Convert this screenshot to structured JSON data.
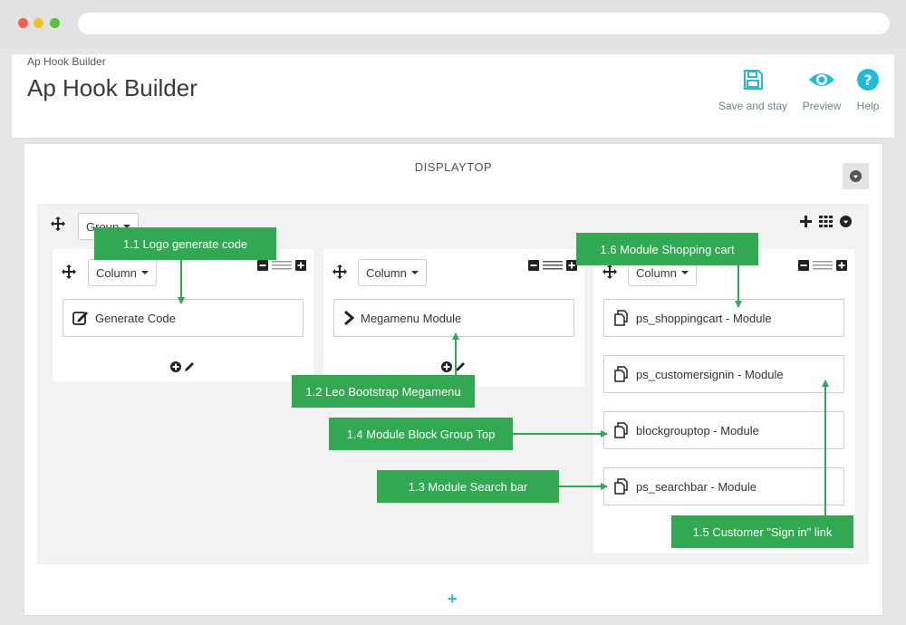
{
  "header": {
    "breadcrumb": "Ap Hook Builder",
    "title": "Ap Hook Builder",
    "toolbar": {
      "save_label": "Save and stay",
      "preview_label": "Preview",
      "help_label": "Help"
    }
  },
  "hook": {
    "name": "DISPLAYTOP",
    "group": {
      "dropdown_label": "Group",
      "columns": [
        {
          "dropdown_label": "Column",
          "modules": [
            {
              "label": "Generate Code",
              "icon": "edit-icon"
            }
          ]
        },
        {
          "dropdown_label": "Column",
          "modules": [
            {
              "label": "Megamenu Module",
              "icon": "chevron-right-icon"
            }
          ]
        },
        {
          "dropdown_label": "Column",
          "modules": [
            {
              "label": "ps_shoppingcart - Module",
              "icon": "copy-icon"
            },
            {
              "label": "ps_customersignin - Module",
              "icon": "copy-icon"
            },
            {
              "label": "blockgrouptop - Module",
              "icon": "copy-icon"
            },
            {
              "label": "ps_searchbar - Module",
              "icon": "copy-icon"
            }
          ]
        }
      ]
    }
  },
  "callouts": {
    "c11": "1.1 Logo generate code",
    "c12": "1.2 Leo Bootstrap Megamenu",
    "c13": "1.3 Module Search bar",
    "c14": "1.4 Module Block Group Top",
    "c15": "1.5 Customer \"Sign in\" link",
    "c16": "1.6 Module Shopping cart"
  },
  "colors": {
    "callout": "#33a853",
    "accent": "#25b9d7",
    "toolbar_icon": "#25b9d7"
  }
}
